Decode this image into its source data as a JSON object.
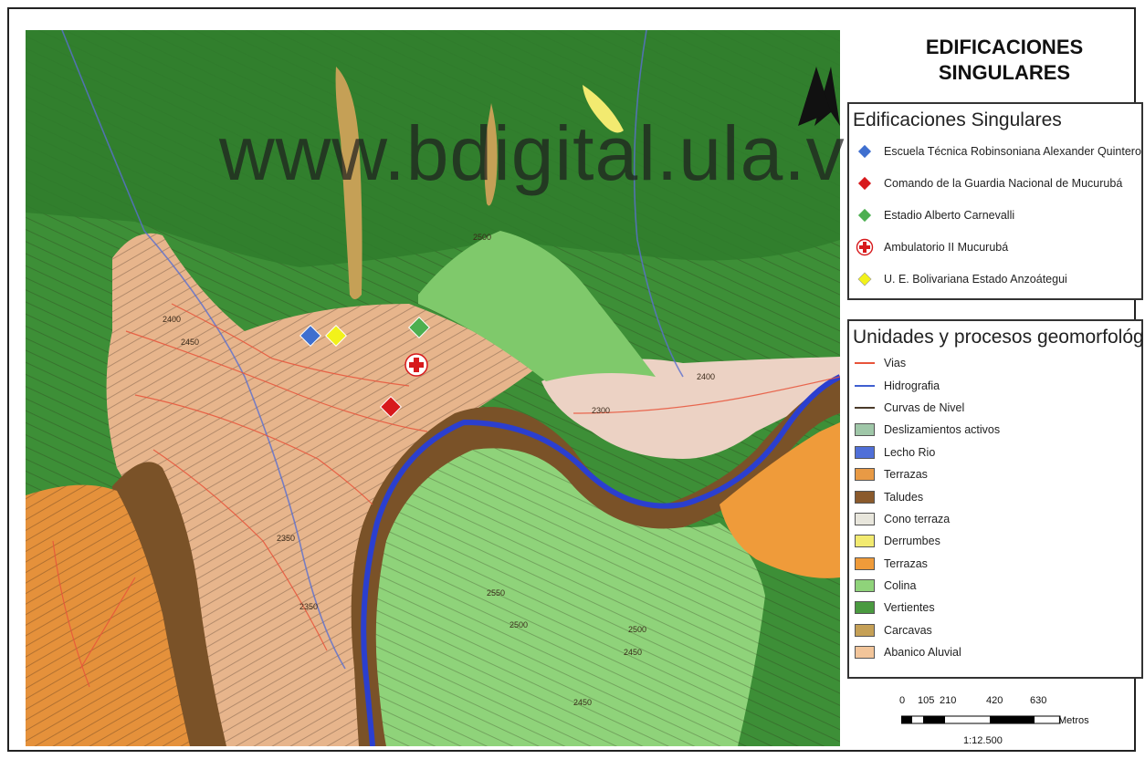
{
  "title_line1": "EDIFICACIONES",
  "title_line2": "SINGULARES",
  "watermark": "www.bdigital.ula.ve",
  "legend_buildings": {
    "heading": "Edificaciones Singulares",
    "items": [
      {
        "label": "Escuela Técnica Robinsoniana Alexander Quintero",
        "symbol": "diamond-icon",
        "color": "#3f6fcf"
      },
      {
        "label": "Comando de la Guardia Nacional de Mucurubá",
        "symbol": "diamond-icon",
        "color": "#d7191c"
      },
      {
        "label": "Estadio Alberto Carnevalli",
        "symbol": "diamond-icon",
        "color": "#4caf50"
      },
      {
        "label": "Ambulatorio II Mucurubá",
        "symbol": "red-cross-icon",
        "color": "#d7191c"
      },
      {
        "label": "U. E. Bolivariana Estado Anzoátegui",
        "symbol": "diamond-icon",
        "color": "#f2f21a"
      }
    ]
  },
  "legend_units": {
    "heading": "Unidades y procesos geomorfológicos",
    "items": [
      {
        "label": "Vias",
        "kind": "line",
        "color": "#e8543a"
      },
      {
        "label": "Hidrografia",
        "kind": "line",
        "color": "#3f5fd0"
      },
      {
        "label": "Curvas de Nivel",
        "kind": "line",
        "color": "#4a3a2a"
      },
      {
        "label": "Deslizamientos activos",
        "kind": "fill",
        "color": "#9fc7a8"
      },
      {
        "label": "Lecho Rio",
        "kind": "fill",
        "color": "#4f6fd8"
      },
      {
        "label": "Terrazas",
        "kind": "fill",
        "color": "#e89a45"
      },
      {
        "label": "Taludes",
        "kind": "fill",
        "color": "#8a5a2c"
      },
      {
        "label": "Cono terraza",
        "kind": "fill",
        "color": "#e8e6dc"
      },
      {
        "label": "Derrumbes",
        "kind": "fill",
        "color": "#f2ea70"
      },
      {
        "label": "Terrazas",
        "kind": "fill",
        "color": "#ef9b3a"
      },
      {
        "label": "Colina",
        "kind": "fill",
        "color": "#8fd37a"
      },
      {
        "label": "Vertientes",
        "kind": "fill",
        "color": "#4a9a40"
      },
      {
        "label": "Carcavas",
        "kind": "fill",
        "color": "#c5a056"
      },
      {
        "label": "Abanico Aluvial",
        "kind": "fill",
        "color": "#f2c59a"
      }
    ]
  },
  "scale": {
    "ticks": [
      "0",
      "105",
      "210",
      "420",
      "630"
    ],
    "units": "Metros",
    "ratio": "1:12.500"
  },
  "map_labels": [
    "2400",
    "2450",
    "2350",
    "2300",
    "2350",
    "2500",
    "2400",
    "2550",
    "2500",
    "2500",
    "2450",
    "2450"
  ]
}
